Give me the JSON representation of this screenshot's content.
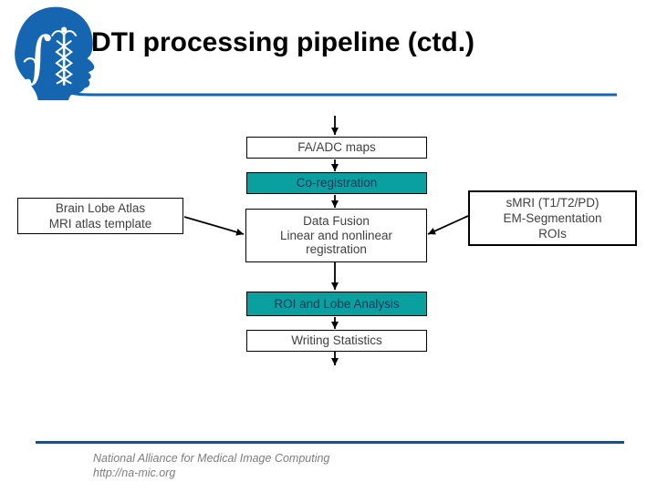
{
  "slide": {
    "title": "DTI processing pipeline (ctd.)"
  },
  "logo": {
    "icon": "na-mic-head-caduceus-logo"
  },
  "flowchart": {
    "fa_adc": {
      "label": "FA/ADC maps"
    },
    "coregistration": {
      "label": "Co-registration"
    },
    "brain_lobe_atlas": {
      "line1": "Brain Lobe Atlas",
      "line2": "MRI atlas template"
    },
    "data_fusion": {
      "line1": "Data Fusion",
      "line2": "Linear and nonlinear",
      "line3": "registration"
    },
    "smri": {
      "line1": "sMRI (T1/T2/PD)",
      "line2": "EM-Segmentation",
      "line3": "ROIs"
    },
    "roi_lobe_analysis": {
      "label": "ROI and Lobe Analysis"
    },
    "writing_statistics": {
      "label": "Writing Statistics"
    },
    "edges": [
      {
        "from": "previous-step",
        "to": "fa_adc"
      },
      {
        "from": "fa_adc",
        "to": "coregistration"
      },
      {
        "from": "coregistration",
        "to": "data_fusion"
      },
      {
        "from": "brain_lobe_atlas",
        "to": "data_fusion"
      },
      {
        "from": "smri",
        "to": "data_fusion"
      },
      {
        "from": "data_fusion",
        "to": "roi_lobe_analysis"
      },
      {
        "from": "roi_lobe_analysis",
        "to": "writing_statistics"
      },
      {
        "from": "writing_statistics",
        "to": "next-step"
      }
    ]
  },
  "footer": {
    "line1": "National Alliance for Medical Image Computing",
    "line2": "http://na-mic.org"
  },
  "colors": {
    "logo_blue": "#1565B0",
    "header_rule": "#1565B0",
    "footer_rule": "#1F4E79",
    "teal_fill": "#0AA0A0",
    "teal_text": "#17375D",
    "box_text": "#404040",
    "title_text": "#000000",
    "footer_text": "#7D7D7D",
    "arrow_black": "#000000"
  }
}
